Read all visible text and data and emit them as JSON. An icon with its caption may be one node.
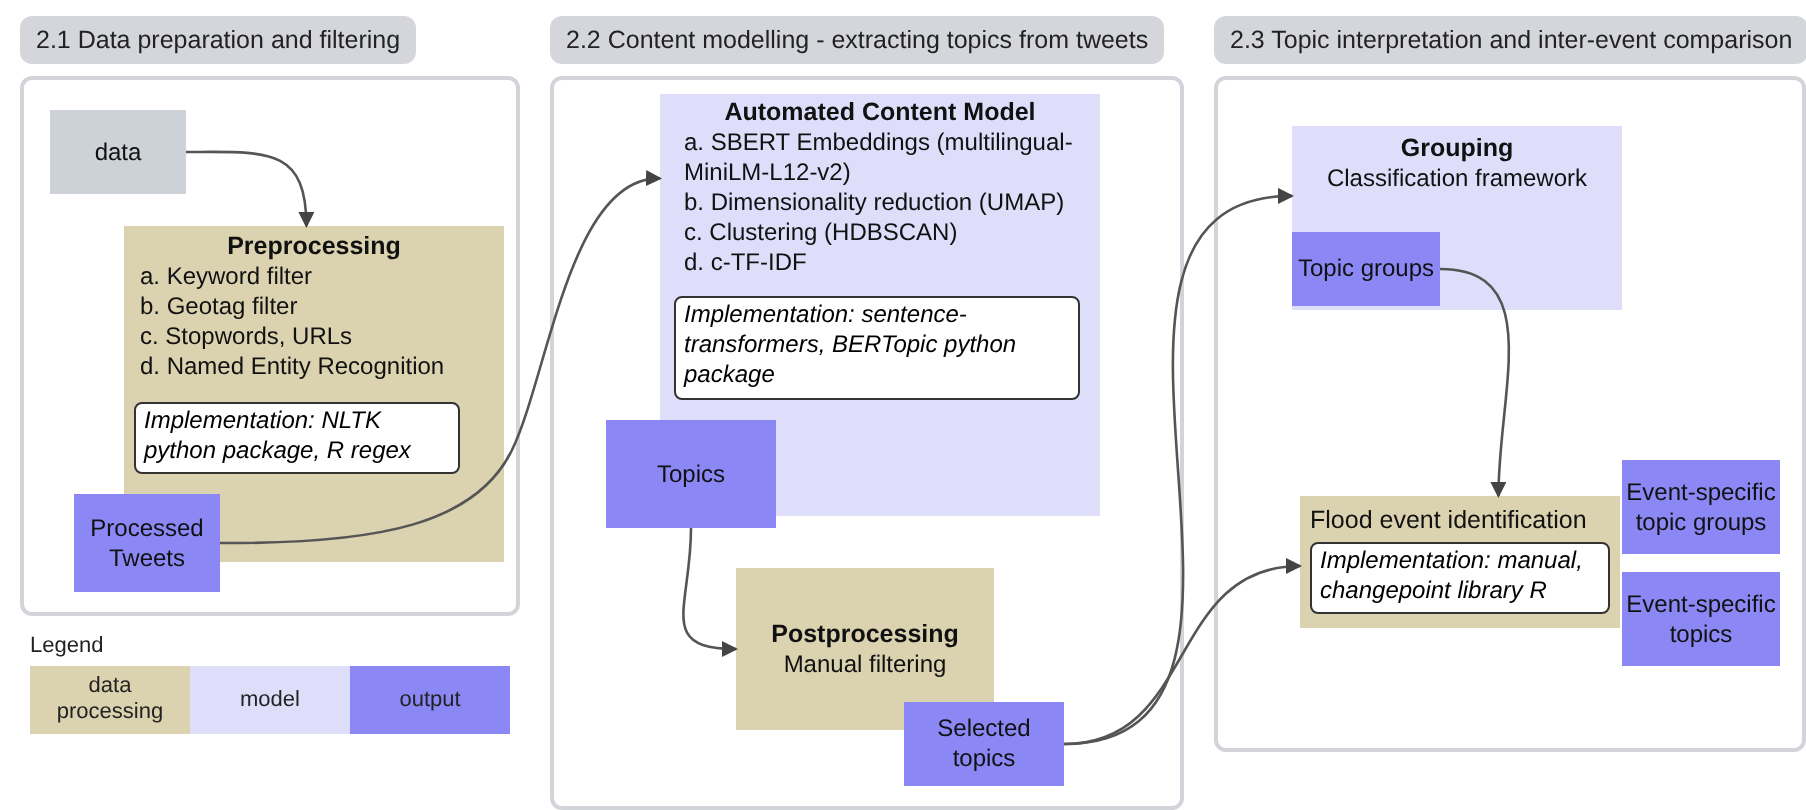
{
  "diagram": {
    "nodes": [
      {
        "text": [
          "2.1 Data preparation and filtering"
        ]
      },
      {
        "text": [
          "data"
        ],
        "in": 0
      },
      {
        "text": [
          "Preprocessing",
          "a. Keyword filter",
          "b. Geotag filter",
          "c. Stopwords, URLs",
          "d. Named Entity Recognition"
        ],
        "in": 0
      },
      {
        "text": [
          "Implementation: NLTK python package, R regex"
        ],
        "in": 2
      },
      {
        "text": [
          "Processed Tweets"
        ],
        "in": 0
      },
      {
        "text": [
          "2.2 Content modelling - extracting topics from tweets"
        ]
      },
      {
        "text": [
          "Automated Content Model",
          "a. SBERT Embeddings (multilingual-MiniLM-L12-v2)",
          "b. Dimensionality reduction (UMAP)",
          "c. Clustering (HDBSCAN)",
          "d. c-TF-IDF"
        ],
        "in": 5
      },
      {
        "text": [
          "Implementation: sentence-transformers, BERTopic python package"
        ],
        "in": 6
      },
      {
        "text": [
          "Topics"
        ],
        "in": 5
      },
      {
        "text": [
          "Postprocessing",
          "Manual filtering"
        ],
        "in": 5
      },
      {
        "text": [
          "Selected topics"
        ],
        "in": 5
      },
      {
        "text": [
          "2.3 Topic interpretation and inter-event comparison"
        ]
      },
      {
        "text": [
          "Grouping",
          "Classification framework"
        ],
        "in": 11
      },
      {
        "text": [
          "Topic groups"
        ],
        "in": 12
      },
      {
        "text": [
          "Flood event identification"
        ],
        "in": 11
      },
      {
        "text": [
          "Implementation: manual, changepoint library R"
        ],
        "in": 14
      },
      {
        "text": [
          "Event-specific topic groups"
        ],
        "in": 11
      },
      {
        "text": [
          "Event-specific topics"
        ],
        "in": 11
      }
    ],
    "edges": [
      {
        "from": 1,
        "to": 2,
        "arrow": "to"
      },
      {
        "from": 4,
        "to": 6,
        "arrow": "to"
      },
      {
        "from": 8,
        "to": 9,
        "arrow": "to"
      },
      {
        "from": 10,
        "to": 12,
        "arrow": "to"
      },
      {
        "from": 10,
        "to": 14,
        "arrow": "to"
      },
      {
        "from": 13,
        "to": 14,
        "arrow": "to"
      }
    ],
    "labels": [
      "Legend"
    ],
    "legend": [
      {
        "text": "data processing",
        "color": "#dbd2b0"
      },
      {
        "text": "model",
        "color": "#dedefb"
      },
      {
        "text": "output",
        "color": "#8b88f6"
      }
    ]
  }
}
